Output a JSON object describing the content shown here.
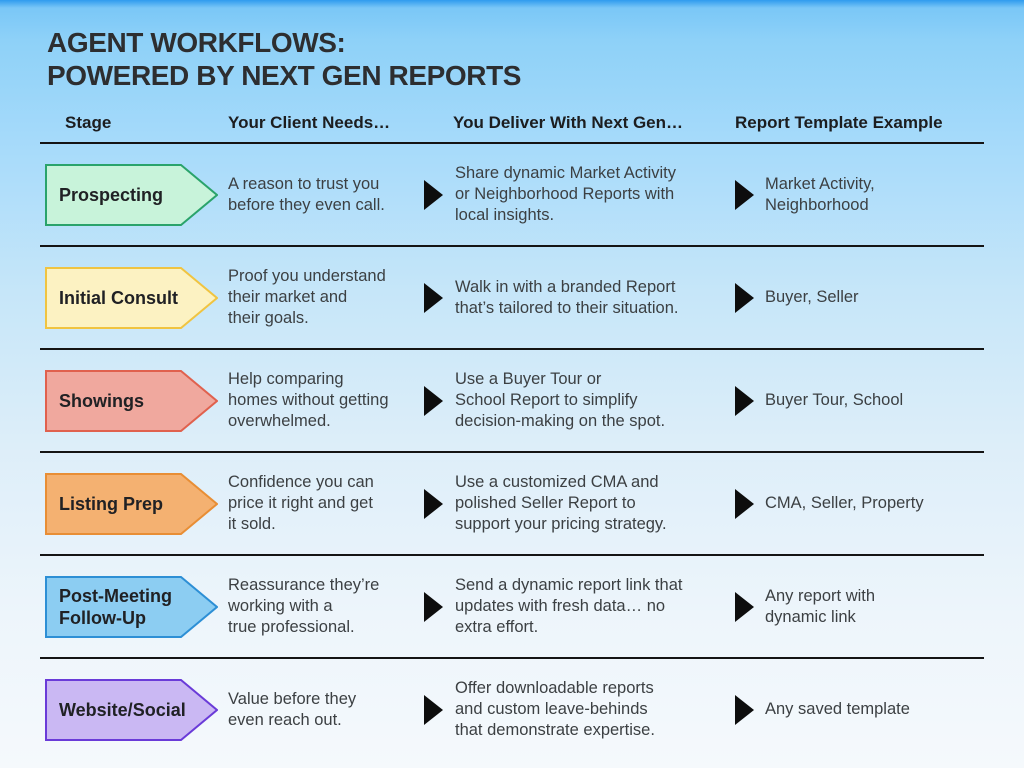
{
  "title": {
    "line1": "AGENT WORKFLOWS:",
    "line2": "POWERED BY NEXT GEN REPORTS"
  },
  "columns": {
    "stage": "Stage",
    "needs": "Your Client Needs…",
    "deliver": "You Deliver With Next Gen…",
    "template": "Report Template Example"
  },
  "colors": {
    "background_top": "#2f9bee",
    "background_mid": "#a5dafa",
    "background_bottom": "#f5f9fc",
    "title_text": "#2d2e30",
    "header_text": "#1c1d1f",
    "body_text": "#3c4043",
    "divider": "#141414",
    "arrow": "#0d0d0d"
  },
  "icons": {
    "arrow_right": "play-triangle-right"
  },
  "rows": [
    {
      "stage": "Prospecting",
      "stage_fill": "#c8f3da",
      "stage_border": "#2aa36b",
      "need": "A reason to trust you\nbefore they even call.",
      "deliver": "Share dynamic Market Activity\nor Neighborhood Reports with\nlocal insights.",
      "template": "Market Activity,\nNeighborhood"
    },
    {
      "stage": "Initial Consult",
      "stage_fill": "#fcf2c2",
      "stage_border": "#f0c441",
      "need": "Proof you understand\ntheir market and\ntheir goals.",
      "deliver": "Walk in with a branded Report\nthat’s tailored to their situation.",
      "template": "Buyer, Seller"
    },
    {
      "stage": "Showings",
      "stage_fill": "#f0a89e",
      "stage_border": "#e0614e",
      "need": "Help comparing\nhomes without getting\noverwhelmed.",
      "deliver": "Use a Buyer Tour or\nSchool Report to simplify\ndecision-making on the spot.",
      "template": "Buyer Tour, School"
    },
    {
      "stage": "Listing Prep",
      "stage_fill": "#f4b171",
      "stage_border": "#e88e35",
      "need": "Confidence you can\nprice it right and get\nit sold.",
      "deliver": "Use a customized CMA and\npolished Seller Report to\nsupport your pricing strategy.",
      "template": "CMA, Seller, Property"
    },
    {
      "stage": "Post-Meeting\nFollow-Up",
      "stage_fill": "#8ccdf2",
      "stage_border": "#2d8fd5",
      "need": "Reassurance they’re\nworking with a\ntrue professional.",
      "deliver": "Send a dynamic report link that\nupdates with fresh data… no\nextra effort.",
      "template": "Any report with\ndynamic link"
    },
    {
      "stage": "Website/Social",
      "stage_fill": "#cab8f3",
      "stage_border": "#6a3bd8",
      "need": "Value before they\neven reach out.",
      "deliver": "Offer downloadable reports\nand custom leave-behinds\nthat demonstrate expertise.",
      "template": "Any saved template"
    }
  ]
}
